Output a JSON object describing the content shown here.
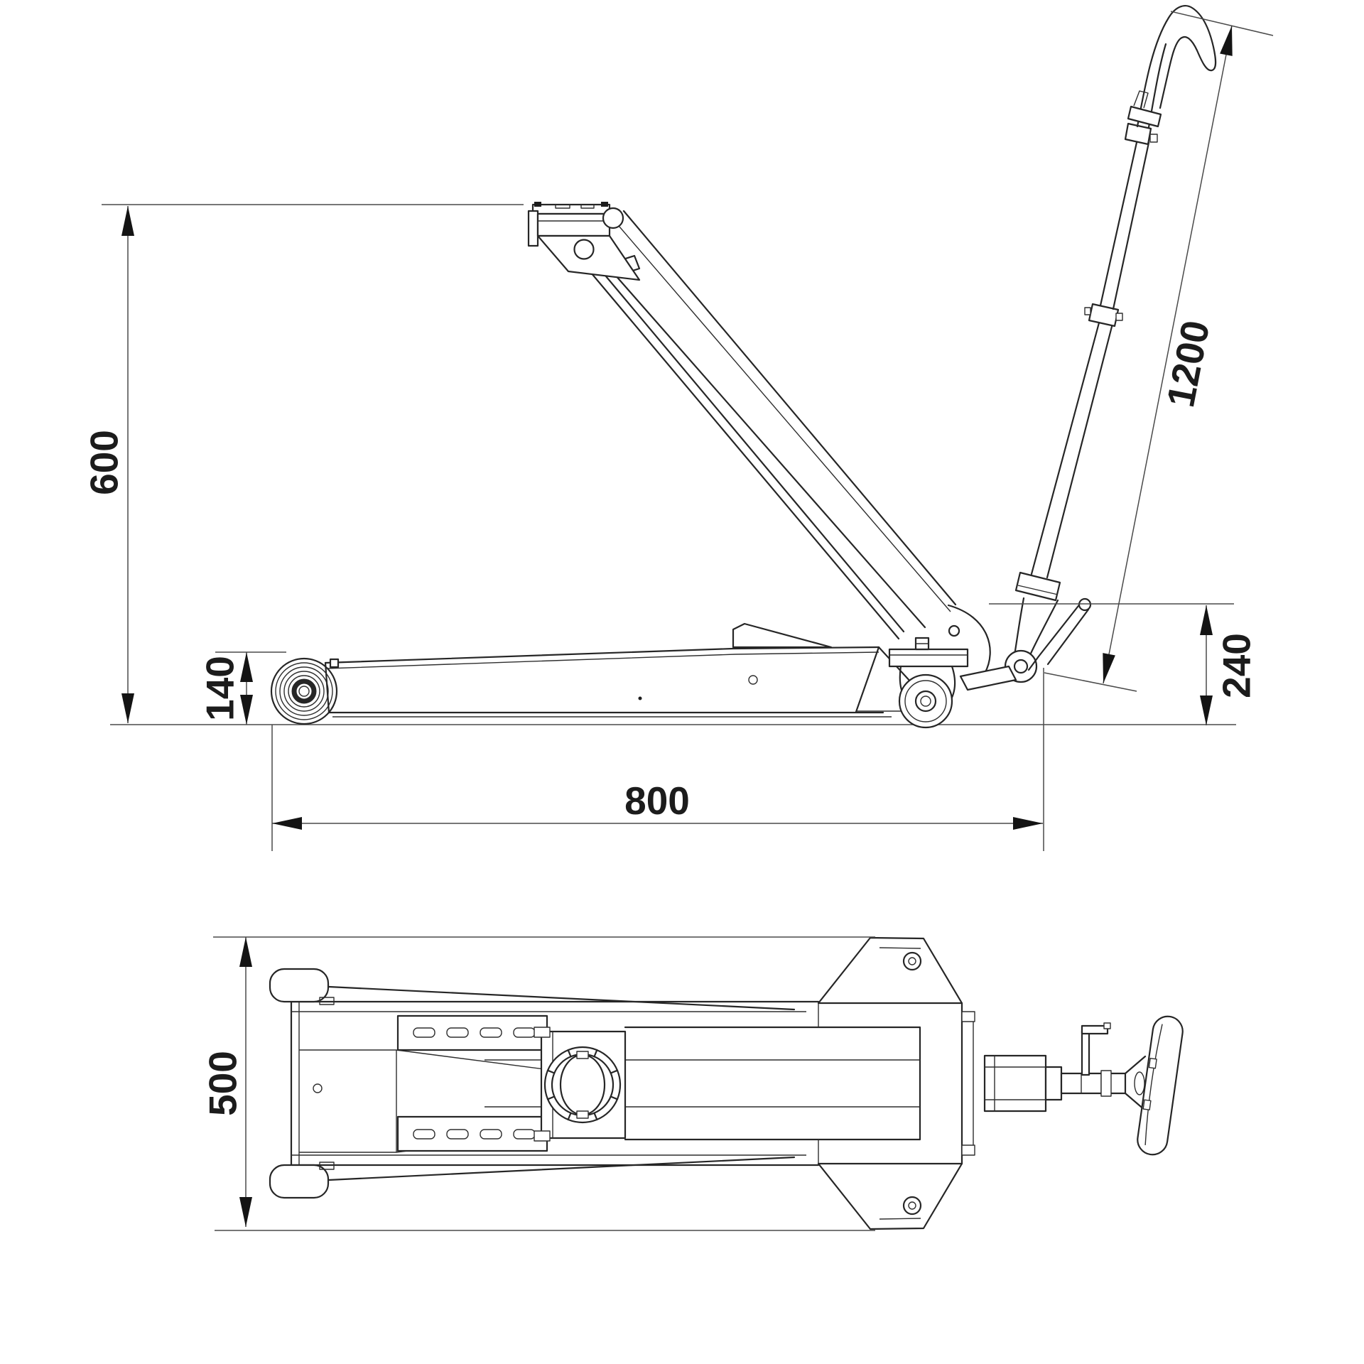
{
  "colors": {
    "background": "#ffffff",
    "drawing_lines": "#262626",
    "dimension_lines": "#4a4a4a",
    "text": "#1c1c1c"
  },
  "dimensions": {
    "max_lift_height": {
      "value": "600"
    },
    "min_height": {
      "value": "140"
    },
    "handle_length": {
      "value": "1200"
    },
    "rear_height": {
      "value": "240"
    },
    "base_length": {
      "value": "800"
    },
    "overall_width": {
      "value": "500"
    }
  }
}
